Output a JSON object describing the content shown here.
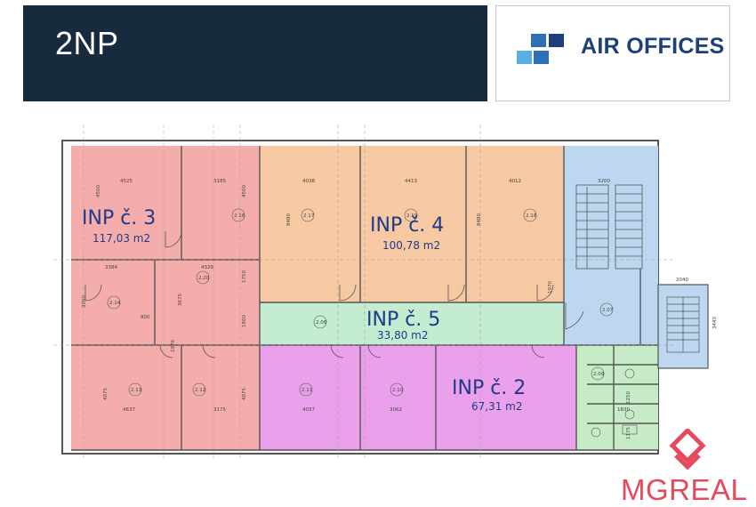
{
  "header": {
    "floor": "2NP"
  },
  "brand": {
    "name": "AIR OFFICES"
  },
  "units": [
    {
      "id": "inp3",
      "name": "INP č. 3",
      "area": "117,03 m2",
      "color": "#f3a9a6"
    },
    {
      "id": "inp4",
      "name": "INP č. 4",
      "area": "100,78 m2",
      "color": "#f6c9a2"
    },
    {
      "id": "inp5",
      "name": "INP č. 5",
      "area": "33,80 m2",
      "color": "#c3ecd0"
    },
    {
      "id": "inp2",
      "name": "INP č. 2",
      "area": "67,31 m2",
      "color": "#eaa0ea"
    }
  ],
  "room_numbers": [
    "2.16",
    "2.17",
    "2.18",
    "2.19",
    "2.20",
    "2.14",
    "2.08",
    "2.07",
    "2.13",
    "2.12",
    "2.11",
    "2.10",
    "2.09"
  ],
  "dimensions": [
    "4525",
    "3185",
    "4038",
    "4413",
    "4012",
    "3200",
    "4500",
    "4500",
    "3384",
    "4329",
    "1750",
    "2040",
    "3440",
    "8480",
    "8480",
    "3675",
    "1800",
    "4075",
    "4075",
    "4637",
    "3175",
    "4037",
    "3062",
    "1970",
    "1970",
    "800",
    "3050",
    "1250",
    "1175",
    "1830"
  ],
  "footer": {
    "logo_text": "MGREAL",
    "logo_color": "#e54a5c"
  }
}
